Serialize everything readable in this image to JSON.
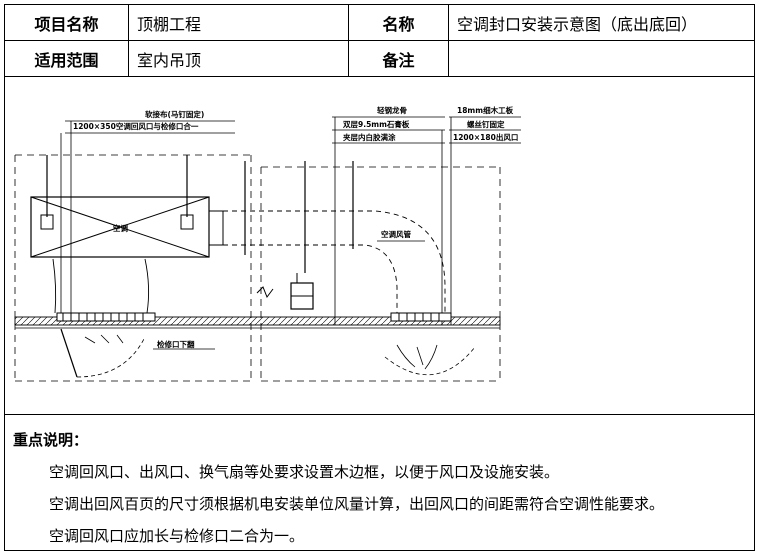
{
  "header": {
    "project_name_label": "项目名称",
    "project_name_value": "顶棚工程",
    "name_label": "名称",
    "name_value": "空调封口安装示意图（底出底回）",
    "scope_label": "适用范围",
    "scope_value": "室内吊顶",
    "remark_label": "备注",
    "remark_value": ""
  },
  "drawing": {
    "callout_left_1": "软接布(马钉固定)",
    "callout_left_2": "1200×350空调回风口与检修口合一",
    "callout_mid_1": "轻钢龙骨",
    "callout_mid_2": "双层9.5mm石膏板",
    "callout_mid_3": "夹层内白胶满涂",
    "callout_right_1": "18mm细木工板",
    "callout_right_2": "螺丝钉固定",
    "callout_right_3": "1200×180出风口",
    "unit_label": "空调",
    "duct_label": "空调风管",
    "access_label": "检修口下翻"
  },
  "notes": {
    "title": "重点说明：",
    "items": [
      "空调回风口、出风口、换气扇等处要求设置木边框，以便于风口及设施安装。",
      "空调出回风百页的尺寸须根据机电安装单位风量计算，出回风口的间距需符合空调性能要求。",
      "空调回风口应加长与检修口二合为一。"
    ]
  }
}
